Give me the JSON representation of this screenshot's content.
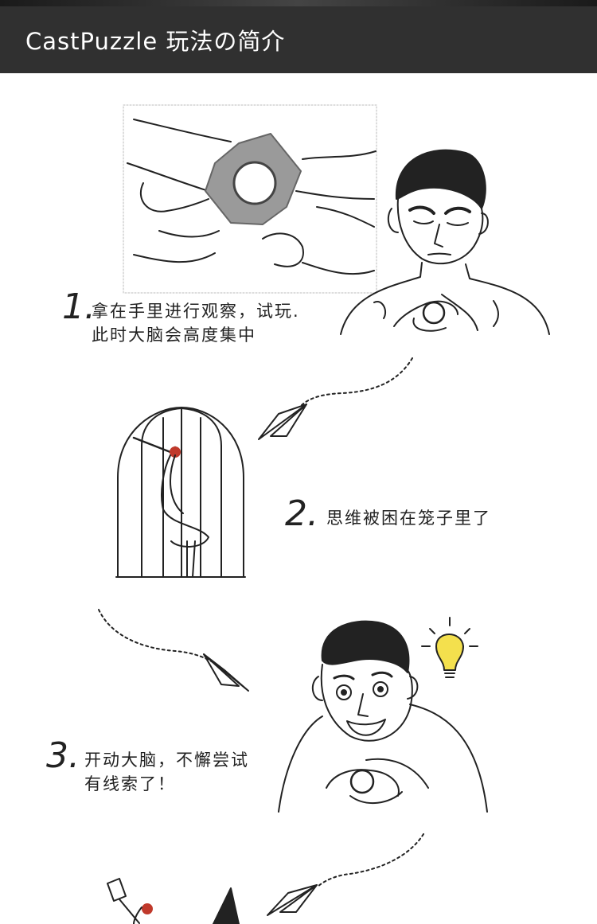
{
  "header": {
    "title": "CastPuzzle 玩法の简介"
  },
  "steps": [
    {
      "num": "1.",
      "lines": [
        "拿在手里进行观察，试玩.",
        "此时大脑会高度集中"
      ]
    },
    {
      "num": "2.",
      "lines": [
        "思维被困在笼子里了"
      ]
    },
    {
      "num": "3.",
      "lines": [
        "开动大脑，不懈尝试",
        "有线索了！"
      ]
    }
  ]
}
